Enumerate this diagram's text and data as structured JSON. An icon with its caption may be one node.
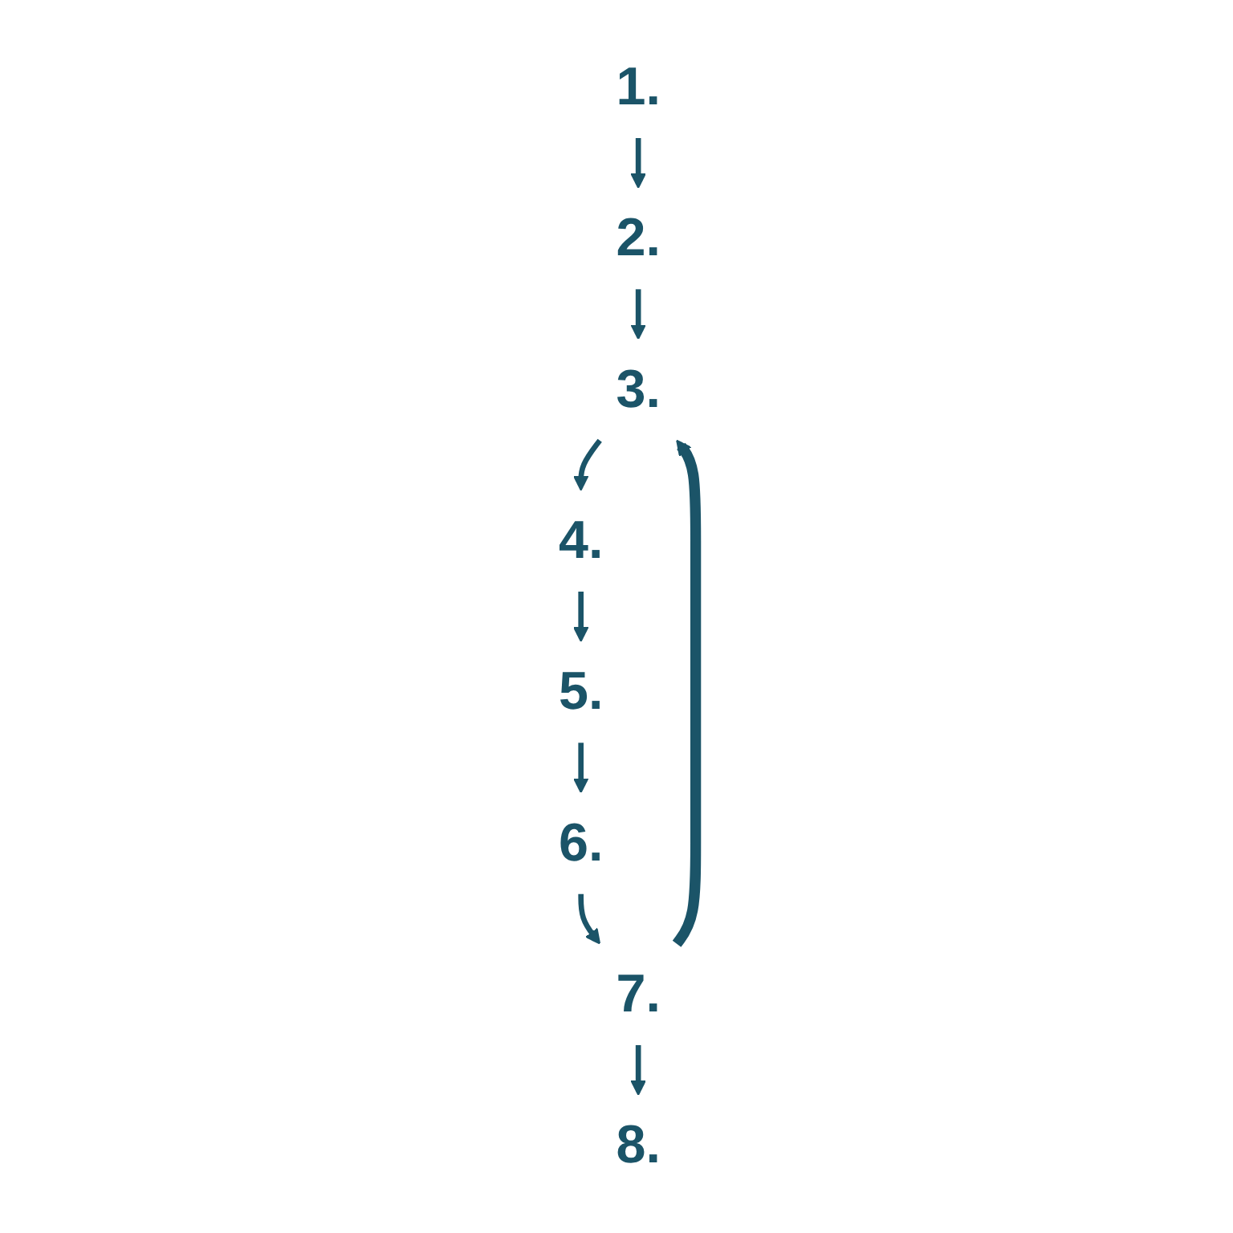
{
  "diagram": {
    "nodes": [
      {
        "text": [
          "1."
        ]
      },
      {
        "text": [
          "2."
        ]
      },
      {
        "text": [
          "3."
        ]
      },
      {
        "text": [
          "4."
        ]
      },
      {
        "text": [
          "5."
        ]
      },
      {
        "text": [
          "6."
        ]
      },
      {
        "text": [
          "7."
        ]
      },
      {
        "text": [
          "8."
        ]
      }
    ],
    "edges": [
      {
        "from": 0,
        "to": 1,
        "arrow": "to"
      },
      {
        "from": 1,
        "to": 2,
        "arrow": "to"
      },
      {
        "from": 2,
        "to": 3,
        "arrow": "to"
      },
      {
        "from": 3,
        "to": 4,
        "arrow": "to"
      },
      {
        "from": 4,
        "to": 5,
        "arrow": "to"
      },
      {
        "from": 5,
        "to": 6,
        "arrow": "to"
      },
      {
        "from": 6,
        "to": 2,
        "arrow": "to",
        "style": "thick"
      },
      {
        "from": 6,
        "to": 7,
        "arrow": "to"
      }
    ]
  }
}
